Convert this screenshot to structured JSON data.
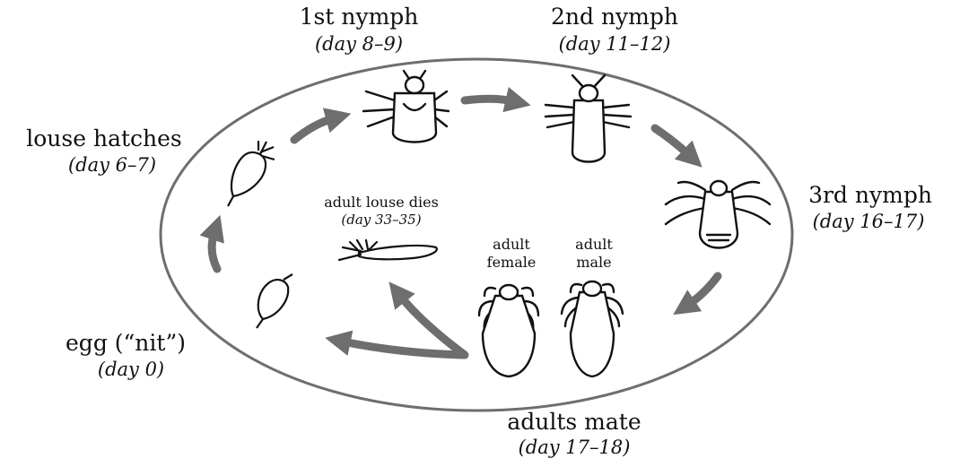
{
  "stages": {
    "egg": {
      "name": "egg (“nit”)",
      "day": "(day 0)"
    },
    "hatch": {
      "name": "louse hatches",
      "day": "(day 6–7)"
    },
    "nymph1": {
      "name": "1st nymph",
      "day": "(day 8–9)"
    },
    "nymph2": {
      "name": "2nd nymph",
      "day": "(day 11–12)"
    },
    "nymph3": {
      "name": "3rd nymph",
      "day": "(day 16–17)"
    },
    "mate": {
      "name": "adults mate",
      "day": "(day 17–18)"
    },
    "dies": {
      "name": "adult louse dies",
      "day": "(day 33–35)"
    },
    "female": {
      "line1": "adult",
      "line2": "female"
    },
    "male": {
      "line1": "adult",
      "line2": "male"
    }
  },
  "colors": {
    "arrow": "#6e6e6e",
    "ring": "#6e6e6e",
    "ink": "#111111"
  }
}
